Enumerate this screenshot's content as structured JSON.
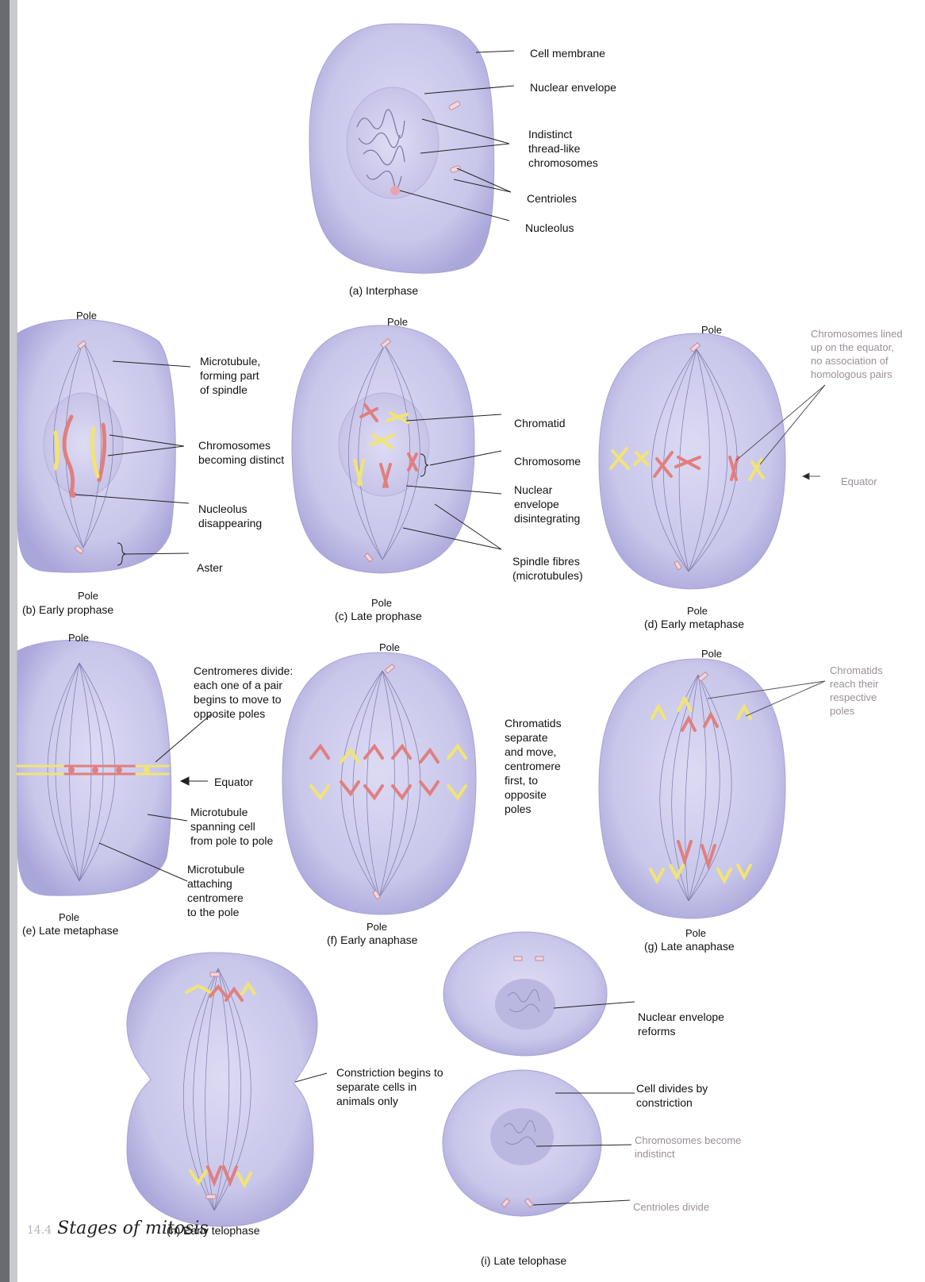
{
  "colors": {
    "cell_fill": "#c3c1e6",
    "cell_edge": "#9c98cf",
    "nucleus": "#d4d2ee",
    "chromosome_red": "#e07f80",
    "chromosome_yellow": "#f1e474",
    "fibre": "#6f6c9c"
  },
  "stages": {
    "a": {
      "caption": "(a) Interphase",
      "labels": {
        "membrane": "Cell membrane",
        "envelope": "Nuclear envelope",
        "thread": "Indistinct\nthread-like\nchromosomes",
        "centrioles": "Centrioles",
        "nucleolus": "Nucleolus"
      }
    },
    "b": {
      "caption": "(b) Early prophase",
      "pole_top": "Pole",
      "pole_bottom": "Pole",
      "labels": {
        "microtubule": "Microtubule,\nforming part\nof spindle",
        "distinct": "Chromosomes\nbecoming distinct",
        "nucleolus": "Nucleolus\ndisappearing",
        "aster": "Aster"
      }
    },
    "c": {
      "caption": "(c) Late prophase",
      "pole_top": "Pole",
      "pole_bottom": "Pole",
      "labels": {
        "chromatid": "Chromatid",
        "chromosome": "Chromosome",
        "envelope": "Nuclear\nenvelope\ndisintegrating",
        "spindle": "Spindle fibres\n(microtubules)"
      }
    },
    "d": {
      "caption": "(d) Early metaphase",
      "pole_top": "Pole",
      "pole_bottom": "Pole",
      "labels": {
        "lined": "Chromosomes lined\nup on the equator,\nno association of\nhomologous pairs",
        "equator": "Equator"
      }
    },
    "e": {
      "caption": "(e) Late metaphase",
      "pole_top": "Pole",
      "pole_bottom": "Pole",
      "labels": {
        "divide": "Centromeres divide:\neach one of a pair\nbegins to move to\nopposite poles",
        "equator": "Equator",
        "spanning": "Microtubule\nspanning cell\nfrom pole to pole",
        "attaching": "Microtubule\nattaching\ncentromere\nto the pole"
      }
    },
    "f": {
      "caption": "(f) Early anaphase",
      "pole_top": "Pole",
      "pole_bottom": "Pole",
      "labels": {
        "separate": "Chromatids\nseparate\nand move,\ncentromere\nfirst, to\nopposite\npoles"
      }
    },
    "g": {
      "caption": "(g) Late anaphase",
      "pole_top": "Pole",
      "pole_bottom": "Pole",
      "labels": {
        "reach": "Chromatids\nreach their\nrespective\npoles"
      }
    },
    "h": {
      "caption": "(h) Early telophase",
      "labels": {
        "constriction": "Constriction begins to\nseparate cells in\nanimals only"
      }
    },
    "i": {
      "caption": "(i) Late telophase",
      "labels": {
        "reforms": "Nuclear envelope\nreforms",
        "divides": "Cell divides by\nconstriction",
        "indistinct": "Chromosomes become\nindistinct",
        "centrioles": "Centrioles divide"
      }
    }
  },
  "footer": {
    "marker": "14.4",
    "title": "Stages of mitosis"
  }
}
